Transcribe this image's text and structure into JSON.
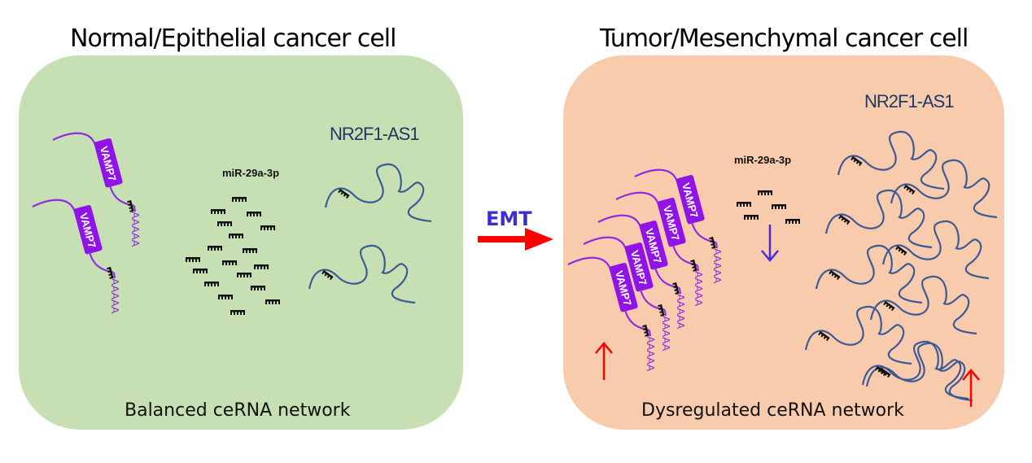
{
  "left_panel": {
    "title": "Normal/Epithelial cancer cell",
    "caption": "Balanced ceRNA network",
    "background_color": "#c6e0b4",
    "mirna_label": "miR-29a-3p",
    "lncrna_label": "NR2F1-AS1",
    "mrna_label": "VAMP7",
    "polyA_label": "AAAAA",
    "mrna_count": 2,
    "mirna_count": 18,
    "lncrna_count": 2
  },
  "right_panel": {
    "title": "Tumor/Mesenchymal cancer cell",
    "caption": "Dysregulated ceRNA network",
    "background_color": "#f8cbad",
    "mirna_label": "miR-29a-3p",
    "lncrna_label": "NR2F1-AS1",
    "mrna_label": "VAMP7",
    "polyA_label": "AAAAA",
    "mrna_count": 5,
    "mirna_count": 5,
    "lncrna_count": 9,
    "mrna_trend": "up",
    "mirna_trend": "down",
    "lncrna_trend": "up"
  },
  "transition": {
    "label": "EMT",
    "label_color": "#3a2fd6",
    "arrow_color": "#ff0000"
  },
  "colors": {
    "mrna": "#8e2be2",
    "mrna_box": "#9013e8",
    "lncrna": "#3c5a96",
    "mirna": "#111111",
    "up_arrow": "#ff0000",
    "down_arrow": "#4b2be0"
  }
}
